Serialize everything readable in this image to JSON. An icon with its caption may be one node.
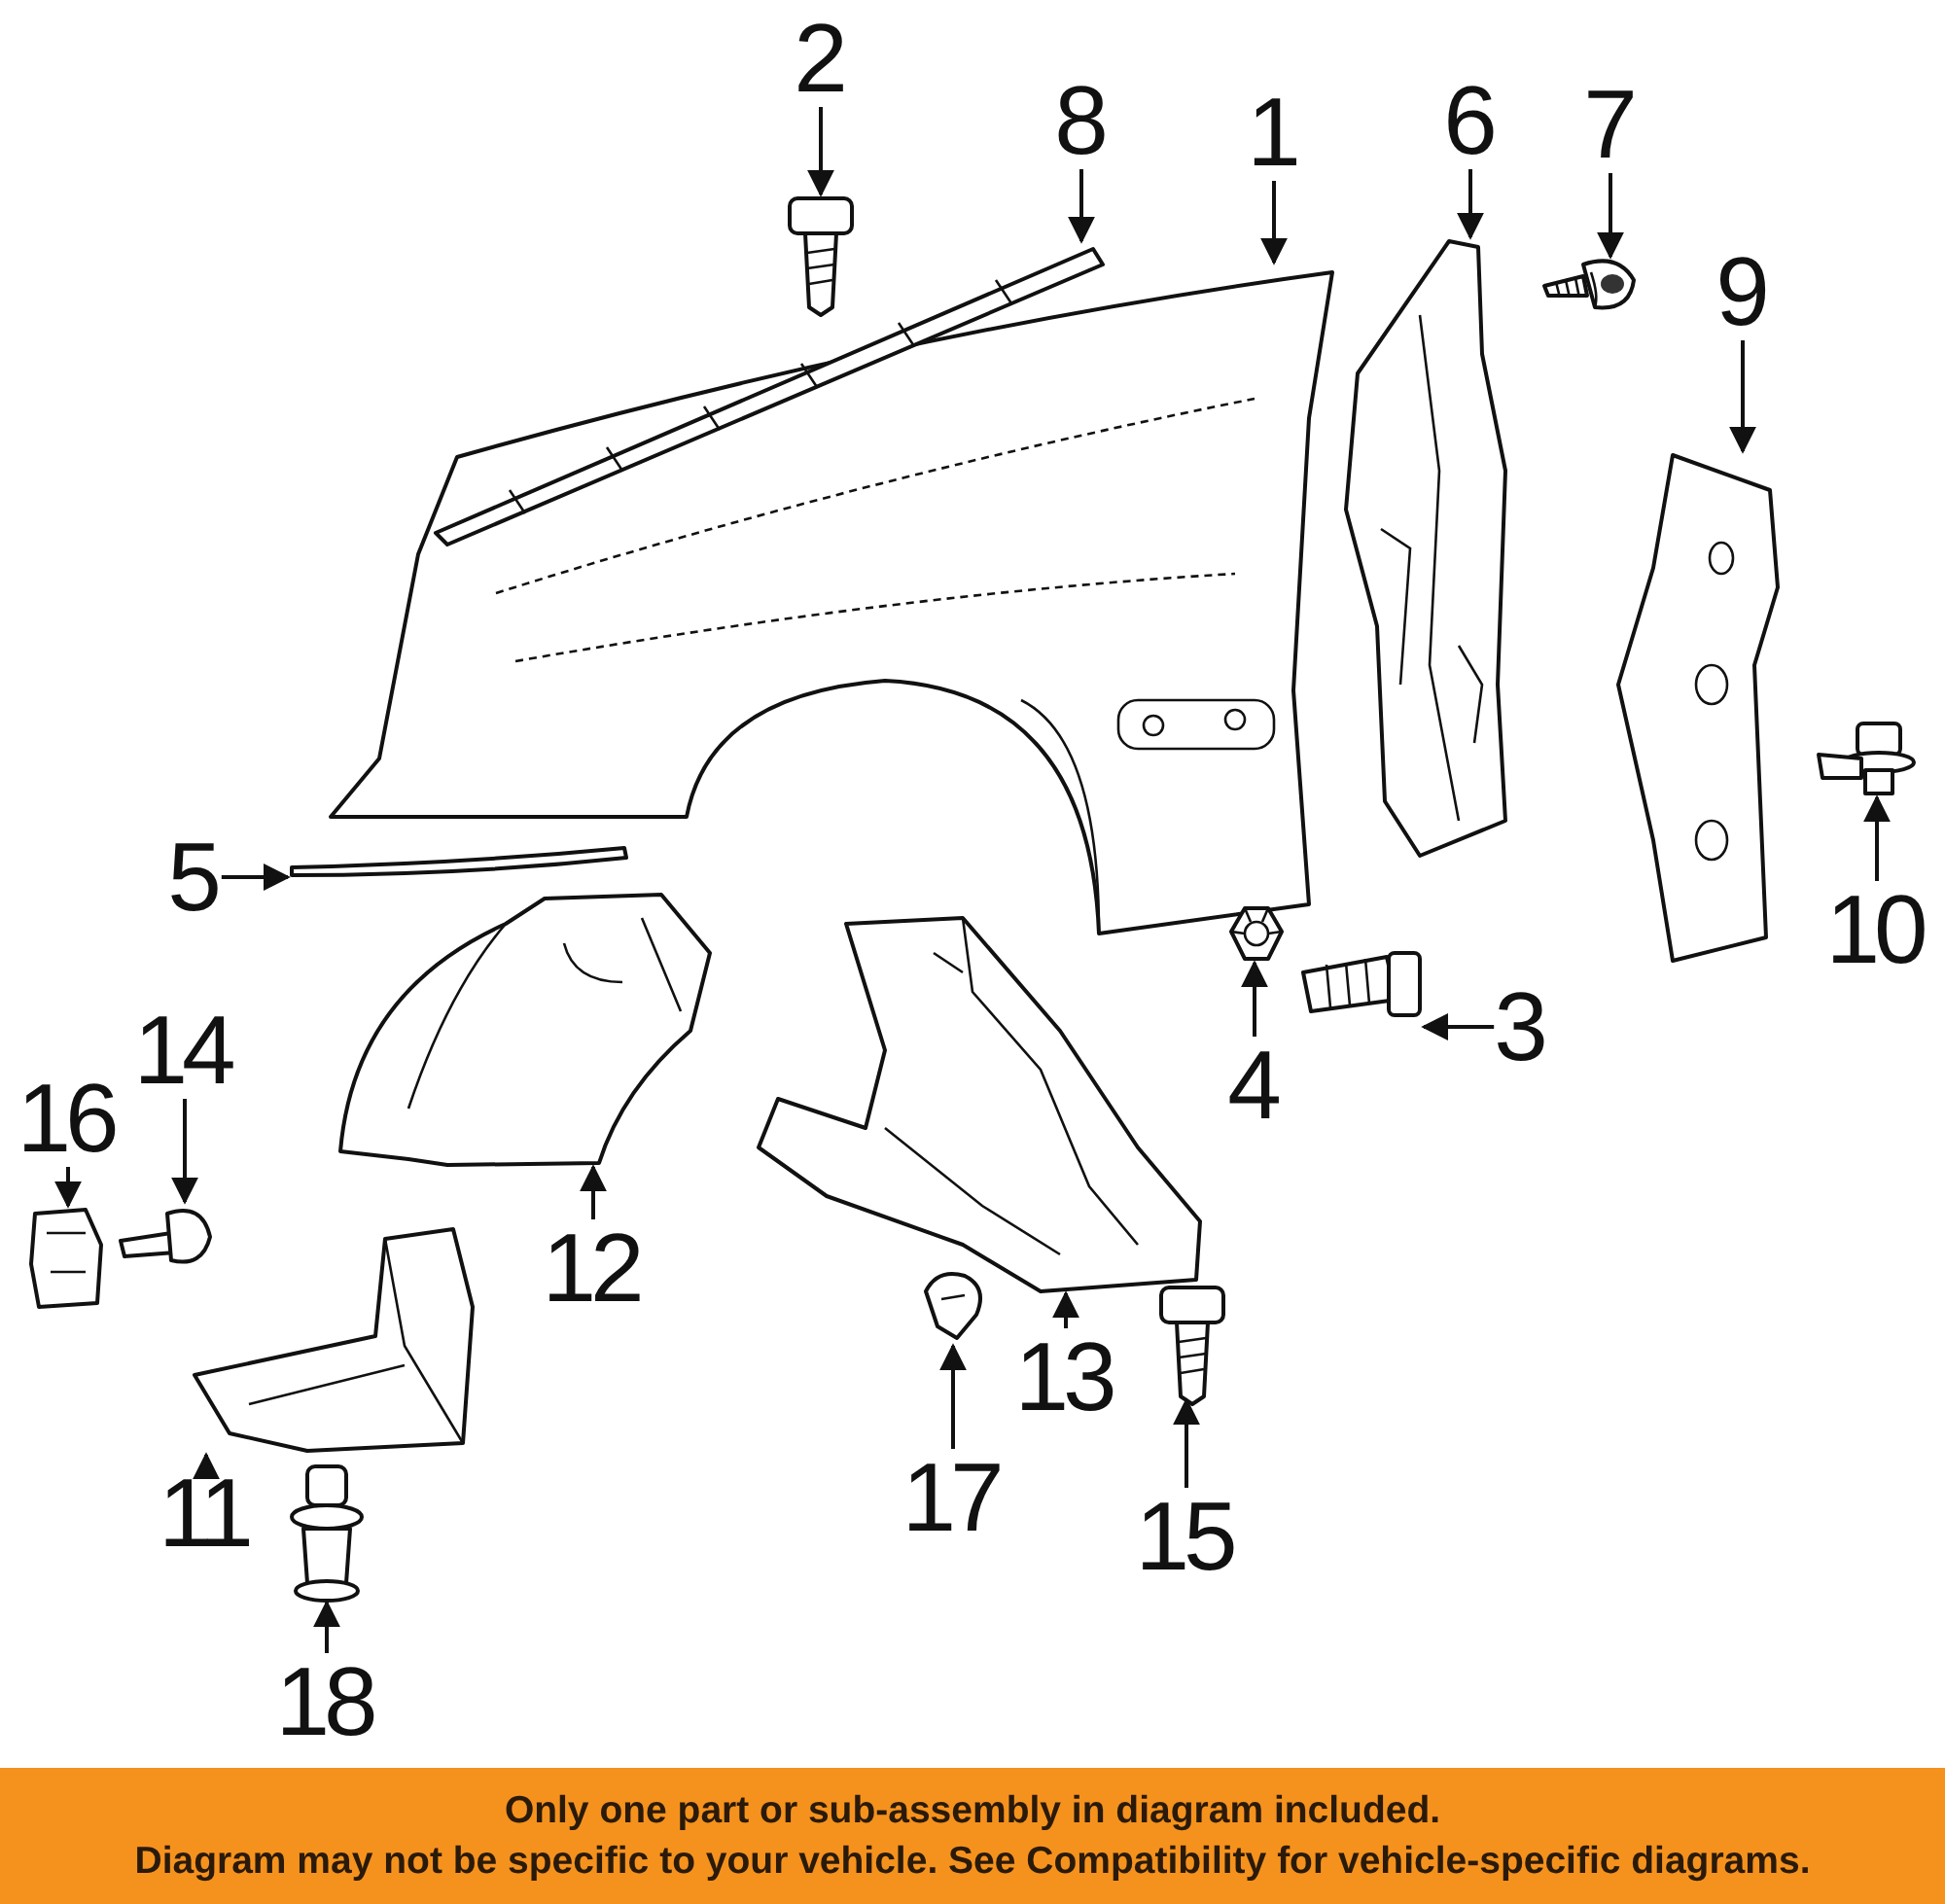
{
  "diagram": {
    "nodes": [
      {
        "text": [
          "1"
        ]
      },
      {
        "text": [
          "2"
        ]
      },
      {
        "text": [
          "3"
        ]
      },
      {
        "text": [
          "4"
        ]
      },
      {
        "text": [
          "5"
        ]
      },
      {
        "text": [
          "6"
        ]
      },
      {
        "text": [
          "7"
        ]
      },
      {
        "text": [
          "8"
        ]
      },
      {
        "text": [
          "9"
        ]
      },
      {
        "text": [
          "10"
        ]
      },
      {
        "text": [
          "11"
        ]
      },
      {
        "text": [
          "12"
        ]
      },
      {
        "text": [
          "13"
        ]
      },
      {
        "text": [
          "14"
        ]
      },
      {
        "text": [
          "15"
        ]
      },
      {
        "text": [
          "16"
        ]
      },
      {
        "text": [
          "17"
        ]
      },
      {
        "text": [
          "18"
        ]
      },
      {
        "text": [],
        "shape": "picture"
      },
      {
        "text": [],
        "shape": "picture"
      },
      {
        "text": [],
        "shape": "picture"
      },
      {
        "text": [],
        "shape": "picture"
      },
      {
        "text": [],
        "shape": "picture"
      },
      {
        "text": [],
        "shape": "picture"
      },
      {
        "text": [],
        "shape": "picture"
      },
      {
        "text": [],
        "shape": "picture"
      },
      {
        "text": [],
        "shape": "picture"
      },
      {
        "text": [],
        "shape": "picture"
      },
      {
        "text": [],
        "shape": "picture"
      },
      {
        "text": [],
        "shape": "picture"
      },
      {
        "text": [],
        "shape": "picture"
      },
      {
        "text": [],
        "shape": "picture"
      },
      {
        "text": [],
        "shape": "picture"
      },
      {
        "text": [],
        "shape": "picture"
      },
      {
        "text": [],
        "shape": "picture"
      },
      {
        "text": [],
        "shape": "picture"
      }
    ],
    "edges": [
      {
        "from": 0,
        "to": 18,
        "arrow": "to"
      },
      {
        "from": 1,
        "to": 19,
        "arrow": "to"
      },
      {
        "from": 2,
        "to": 20,
        "arrow": "to"
      },
      {
        "from": 3,
        "to": 21,
        "arrow": "to"
      },
      {
        "from": 4,
        "to": 22,
        "arrow": "to"
      },
      {
        "from": 5,
        "to": 23,
        "arrow": "to"
      },
      {
        "from": 6,
        "to": 24,
        "arrow": "to"
      },
      {
        "from": 7,
        "to": 25,
        "arrow": "to"
      },
      {
        "from": 8,
        "to": 26,
        "arrow": "to"
      },
      {
        "from": 9,
        "to": 27,
        "arrow": "to"
      },
      {
        "from": 10,
        "to": 28,
        "arrow": "to"
      },
      {
        "from": 11,
        "to": 29,
        "arrow": "to"
      },
      {
        "from": 12,
        "to": 30,
        "arrow": "to"
      },
      {
        "from": 13,
        "to": 31,
        "arrow": "to"
      },
      {
        "from": 14,
        "to": 32,
        "arrow": "to"
      },
      {
        "from": 15,
        "to": 33,
        "arrow": "to"
      },
      {
        "from": 16,
        "to": 34,
        "arrow": "to"
      },
      {
        "from": 17,
        "to": 35,
        "arrow": "to"
      }
    ],
    "labels": [
      "Only one part or sub-assembly in diagram included.",
      "Diagram may not be specific to your vehicle. See Compatibility for vehicle-specific diagrams."
    ]
  }
}
